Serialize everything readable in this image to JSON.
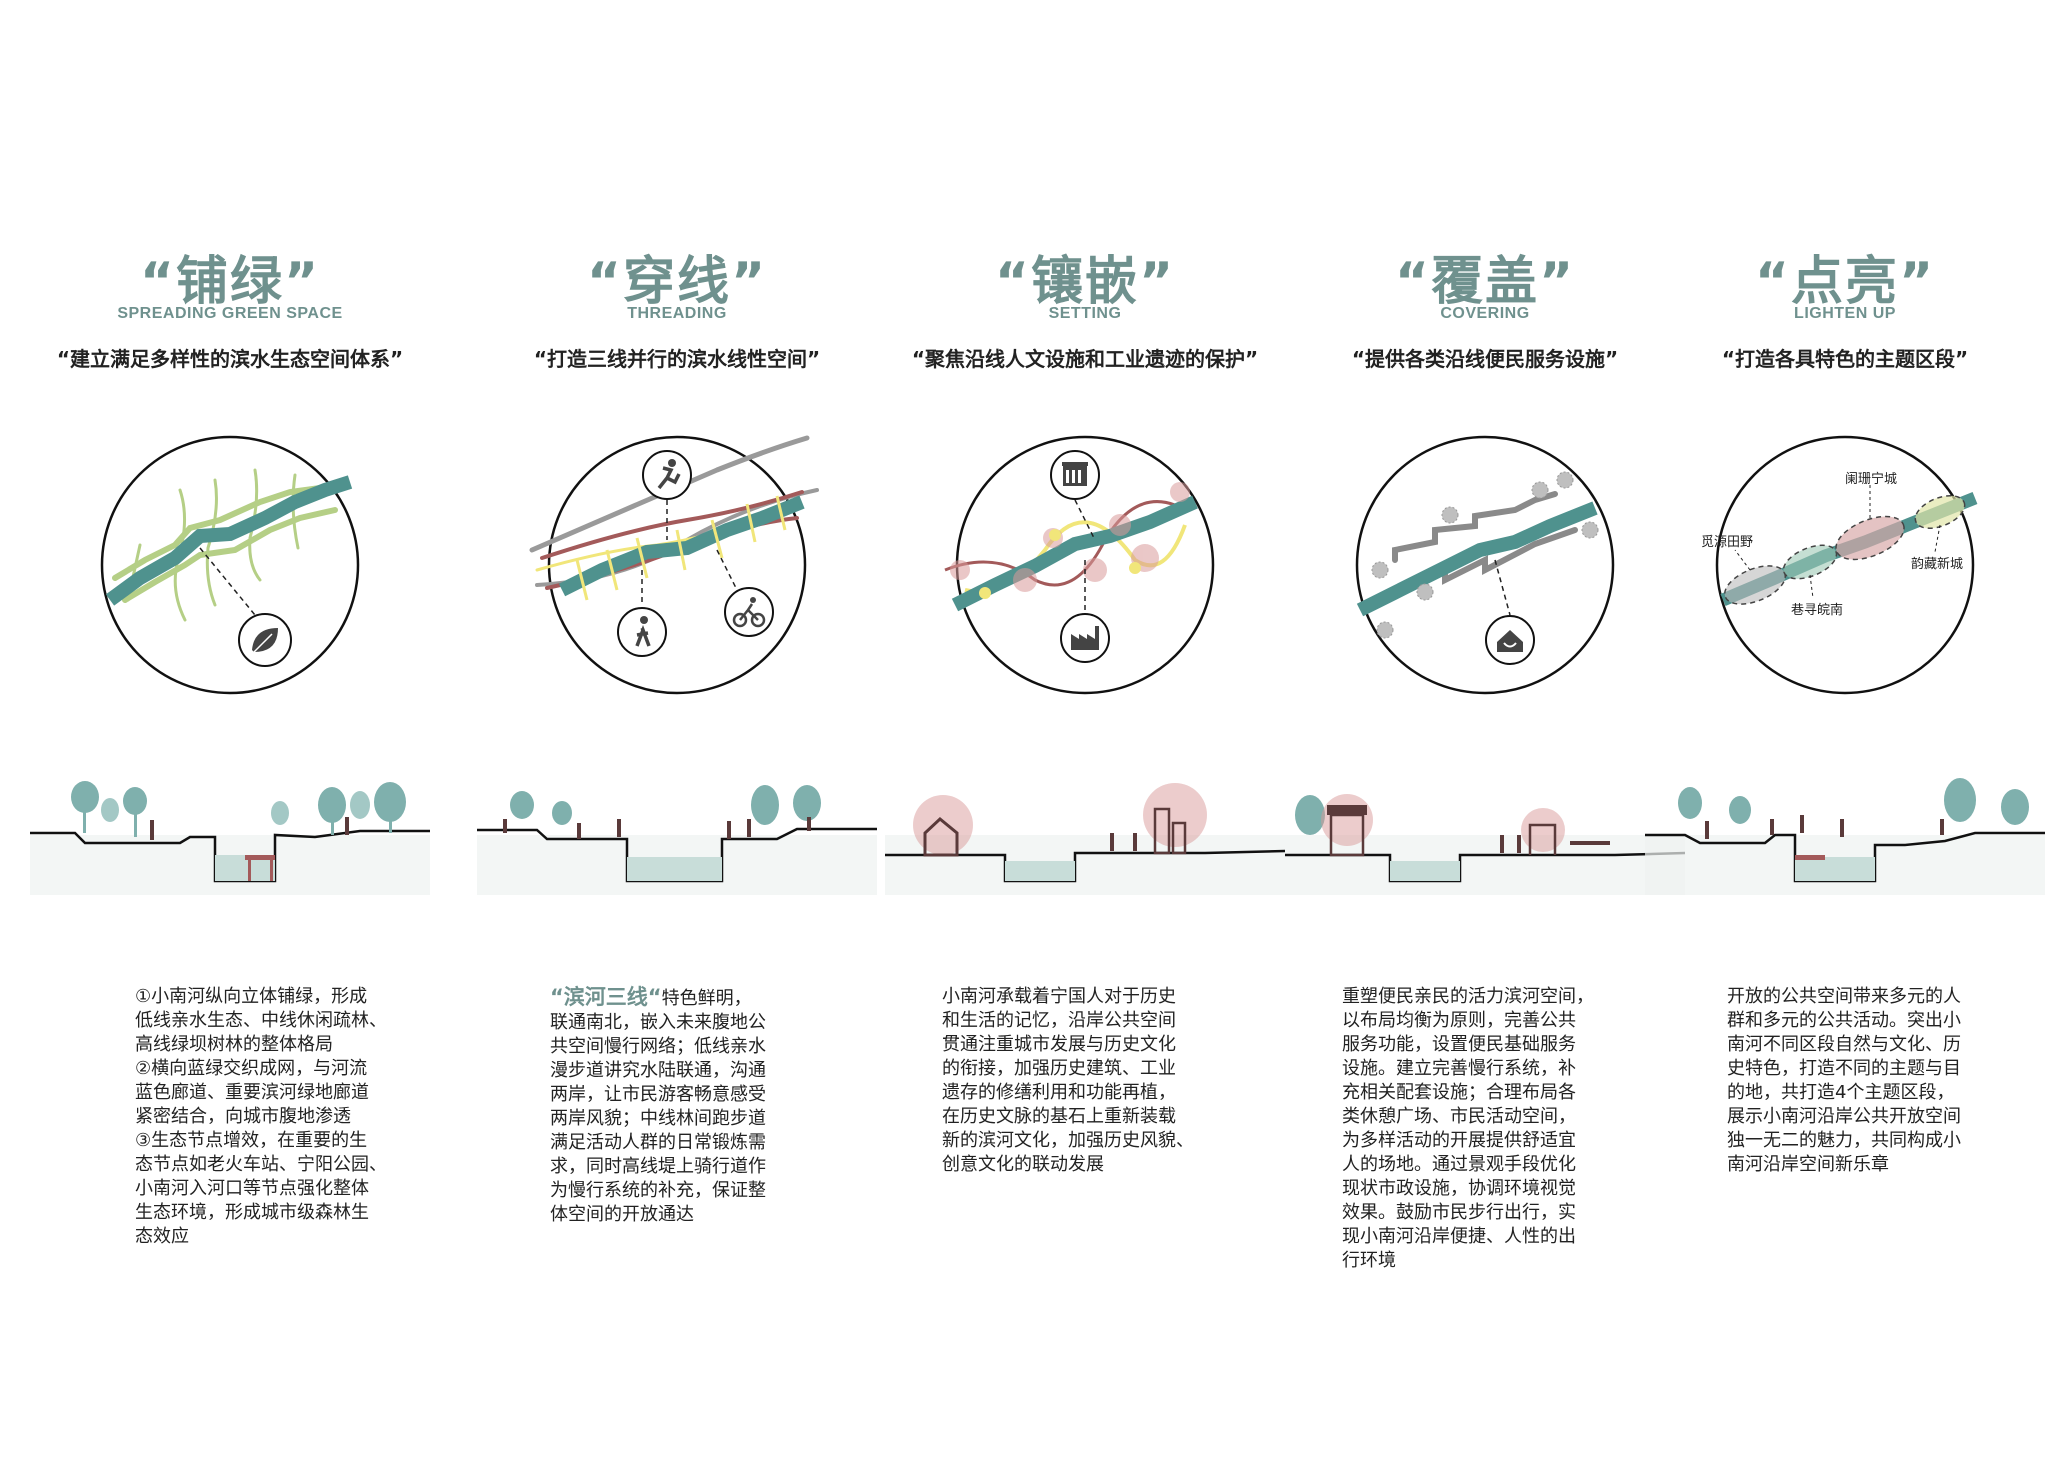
{
  "columns": [
    {
      "title": "“铺绿”",
      "subtitle_en": "SPREADING GREEN SPACE",
      "slogan": "“建立满足多样性的滨水生态空间体系”",
      "icons": [
        "leaf-icon"
      ],
      "body": [
        "①小南河纵向立体铺绿，形成",
        "低线亲水生态、中线休闲疏林、",
        "高线绿坝树林的整体格局",
        "②横向蓝绿交织成网，与河流",
        "蓝色廊道、重要滨河绿地廊道",
        "紧密结合，向城市腹地渗透",
        "③生态节点增效，在重要的生",
        "态节点如老火车站、宁阳公园、",
        "小南河入河口等节点强化整体",
        "生态环境，形成城市级森林生",
        "态效应"
      ]
    },
    {
      "title": "“穿线”",
      "subtitle_en": "THREADING",
      "slogan": "“打造三线并行的滨水线性空间”",
      "icons": [
        "running-icon",
        "walking-icon",
        "cycling-icon"
      ],
      "highlight": "“滨河三线“",
      "body_first_rest": "特色鲜明，",
      "body": [
        "联通南北，嵌入未来腹地公",
        "共空间慢行网络；低线亲水",
        "漫步道讲究水陆联通，沟通",
        "两岸，让市民游客畅意感受",
        "两岸风貌；中线林间跑步道",
        "满足活动人群的日常锻炼需",
        "求，同时高线堤上骑行道作",
        "为慢行系统的补充，保证整",
        "体空间的开放通达"
      ]
    },
    {
      "title": "“镶嵌”",
      "subtitle_en": "SETTING",
      "slogan": "“聚焦沿线人文设施和工业遗迹的保护”",
      "icons": [
        "building-icon",
        "factory-icon"
      ],
      "body": [
        "小南河承载着宁国人对于历史",
        "和生活的记忆，沿岸公共空间",
        "贯通注重城市发展与历史文化",
        "的衔接，加强历史建筑、工业",
        "遗存的修缮利用和功能再植，",
        "在历史文脉的基石上重新装载",
        "新的滨河文化，加强历史风貌、",
        "创意文化的联动发展"
      ]
    },
    {
      "title": "“覆盖”",
      "subtitle_en": "COVERING",
      "slogan": "“提供各类沿线便民服务设施”",
      "icons": [
        "home-icon"
      ],
      "body": [
        "重塑便民亲民的活力滨河空间，",
        "以布局均衡为原则，完善公共",
        "服务功能，设置便民基础服务",
        "设施。建立完善慢行系统，补",
        "充相关配套设施；合理布局各",
        "类休憩广场、市民活动空间，",
        "为多样活动的开展提供舒适宜",
        "人的场地。通过景观手段优化",
        "现状市政设施，协调环境视觉",
        "效果。鼓励市民步行出行，实",
        "现小南河沿岸便捷、人性的出",
        "行环境"
      ]
    },
    {
      "title": "“点亮”",
      "subtitle_en": "LIGHTEN UP",
      "slogan": "“打造各具特色的主题区段”",
      "zones": [
        "阑珊宁城",
        "觅源田野",
        "巷寻皖南",
        "韵藏新城"
      ],
      "body": [
        "开放的公共空间带来多元的人",
        "群和多元的公共活动。突出小",
        "南河不同区段自然与文化、历",
        "史特色，打造不同的主题与目",
        "的地，共打造4个主题区段，",
        "展示小南河沿岸公共开放空间",
        "独一无二的魅力，共同构成小",
        "南河沿岸空间新乐章"
      ]
    }
  ],
  "colors": {
    "accent": "#6f918e",
    "river": "#4f928e",
    "green_line": "#b5cf86",
    "red_line": "#a35a5a",
    "yellow_line": "#f1e67a",
    "gray_line": "#9a9a9a",
    "poi_red": "#d99a9a",
    "facility_gray": "#8a8a8a"
  }
}
